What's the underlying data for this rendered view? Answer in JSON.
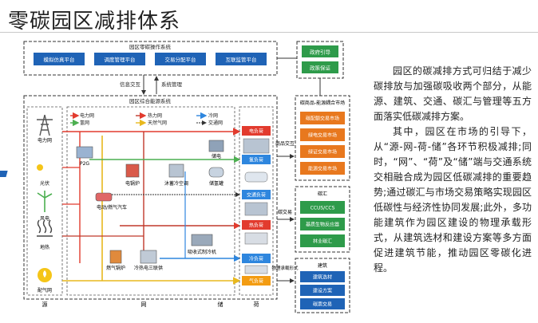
{
  "title": "零碳园区减排体系",
  "paragraphs": [
    "园区的碳减排方式可归结于减少碳排放与加强碳吸收两个部分，从能源、建筑、交通、碳汇与管理等五方面落实低碳减排方案。",
    "其中，园区在市场的引导下，从“源-网-荷-储”各环节积极减排;同时，“网”、“荷”及“储”端与交通系统交相融合成为园区低碳减排的重要趋势;通过碳汇与市场交易策略实现园区低碳性与经济性协同发展;此外，多功能建筑作为园区建设的物理承载形式，从建筑选材和建设方案等多方面促进建筑节能，推动园区零碳化进程。"
  ],
  "top_system": {
    "label": "园区零碳操作系统",
    "platforms": [
      "模拟仿真平台",
      "调度管理平台",
      "交易分配平台",
      "互联监管平台"
    ]
  },
  "gov": {
    "items": [
      "政府引导",
      "政策保证"
    ]
  },
  "links": {
    "info": "信息交互",
    "sys": "系统管理"
  },
  "energy_system": {
    "label": "园区综合能源系统"
  },
  "sources": [
    "电力网",
    "光伏",
    "风电",
    "地热",
    "配气网"
  ],
  "legend": {
    "elec_left": "电力网",
    "gas_left": "氢网",
    "heat_mid": "热力网",
    "ngas_mid": "天然气网",
    "cold_right": "冷网",
    "traffic_right": "交通网"
  },
  "equipment": [
    "P2G",
    "电锅炉",
    "沐蓄冷空调",
    "储电",
    "储氢罐",
    "电动/燃气汽车",
    "吸收式制冷机",
    "燃气锅炉",
    "冷热电三联供"
  ],
  "loads": [
    "电负荷",
    "氢负荷",
    "交通负荷",
    "热负荷",
    "冷负荷",
    "气负荷"
  ],
  "side_labels": {
    "trade": "商品交互",
    "carbon_trade": "碳交易",
    "physical": "物理承载形式"
  },
  "market": {
    "label": "碳商品-能源耦合市场",
    "items": [
      "碳配额交易市场",
      "绿电交易市场",
      "绿证交易市场",
      "能源交易市场"
    ]
  },
  "carbon_sink": {
    "label": "碳汇",
    "items": [
      "CCUS/CCS",
      "基质生物反应器",
      "林业碳汇"
    ]
  },
  "building": {
    "label": "建筑",
    "items": [
      "建筑选材",
      "建设方案",
      "碳票交易"
    ]
  },
  "bottom_labels": [
    "源",
    "网",
    "储",
    "荷"
  ],
  "colors": {
    "platform_blue": "#1f63b6",
    "gov_green": "#2e9b4a",
    "market_orange": "#e8781e",
    "sink_green": "#2e9b4a",
    "build_blue": "#1f63b6",
    "elec_red": "#e23b2e",
    "heat_red": "#c0392b",
    "gas_yellow": "#e8b81e",
    "cold_blue": "#2e86de",
    "h2_green": "#4caf50",
    "load_red": "#e23b2e",
    "load_blue": "#2e86de",
    "load_orange": "#f39c12"
  }
}
